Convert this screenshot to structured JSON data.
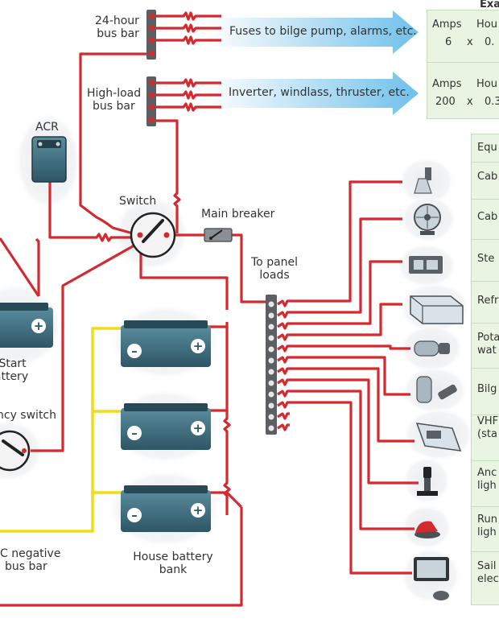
{
  "labels": {
    "bus24": [
      "24-hour",
      "bus bar"
    ],
    "highload": [
      "High-load",
      "bus bar"
    ],
    "acr": "ACR",
    "switch": "Switch",
    "main_breaker": "Main breaker",
    "to_panel": [
      "To panel",
      "loads"
    ],
    "start_battery": [
      "Start",
      "battery"
    ],
    "emergency_switch": "ncy switch",
    "dc_negative": [
      "C negative",
      "bus bar"
    ],
    "house_battery": [
      "House battery",
      "bank"
    ]
  },
  "arrows": {
    "fuses": "Fuses to bilge pump, alarms, etc.",
    "inverter": "Inverter, windlass, thruster, etc."
  },
  "example_table": {
    "header": "Exam",
    "row1": {
      "h1": "Amps",
      "h2": "Hou",
      "v1": "6",
      "x": "x",
      "v2": "0."
    },
    "row2": {
      "h1": "Amps",
      "h2": "Hou",
      "v1": "200",
      "x": "x",
      "v2": "0.3"
    }
  },
  "equipment": {
    "header": "Equ",
    "items": [
      "Cab",
      "Cab",
      "Ste",
      "Refr",
      "Pota|wat",
      "Bilg",
      "VHF|(sta",
      "Anc|ligh",
      "Run|ligh",
      "Sail|elec"
    ]
  },
  "colors": {
    "wire_red": "#d32a30",
    "wire_yellow": "#f2dc18",
    "arrow_blue": "#7fc6ec",
    "panel_green": "#eaf4e2",
    "battery_body": "#3f6f80"
  }
}
